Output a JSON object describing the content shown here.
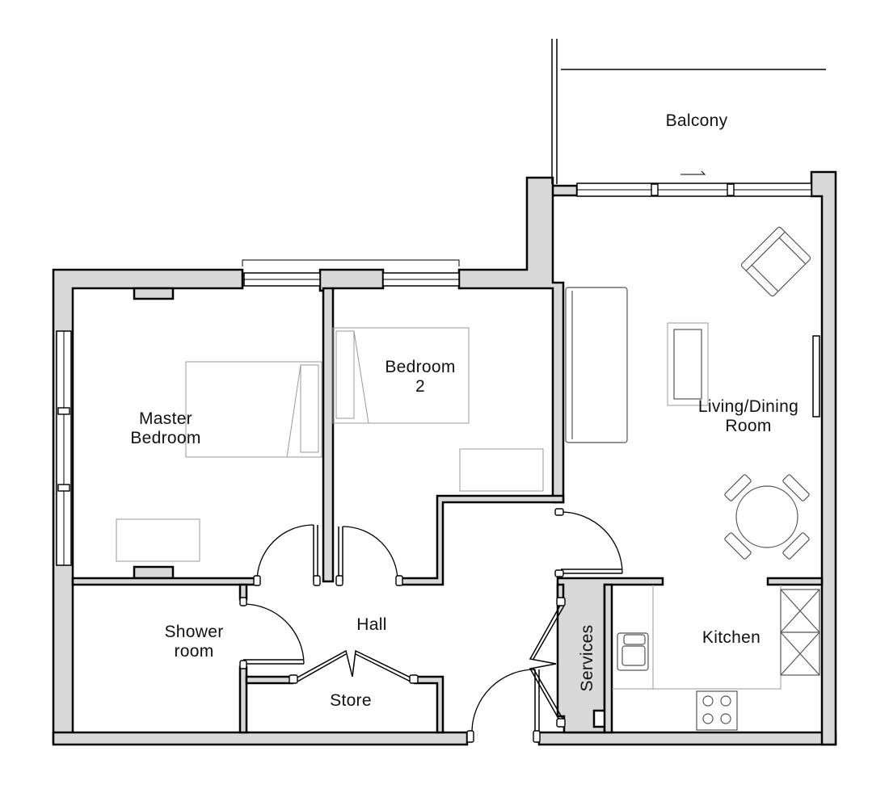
{
  "rooms": {
    "balcony": "Balcony",
    "master_bedroom": [
      "Master",
      "Bedroom"
    ],
    "bedroom_2": [
      "Bedroom",
      "2"
    ],
    "living_dining": [
      "Living/Dining",
      "Room"
    ],
    "shower_room": [
      "Shower",
      "room"
    ],
    "hall": "Hall",
    "kitchen": "Kitchen",
    "store": "Store",
    "services": "Services"
  },
  "colors": {
    "wall_fill": "#d9d9d9",
    "line": "#000000",
    "furniture": "#999999"
  }
}
